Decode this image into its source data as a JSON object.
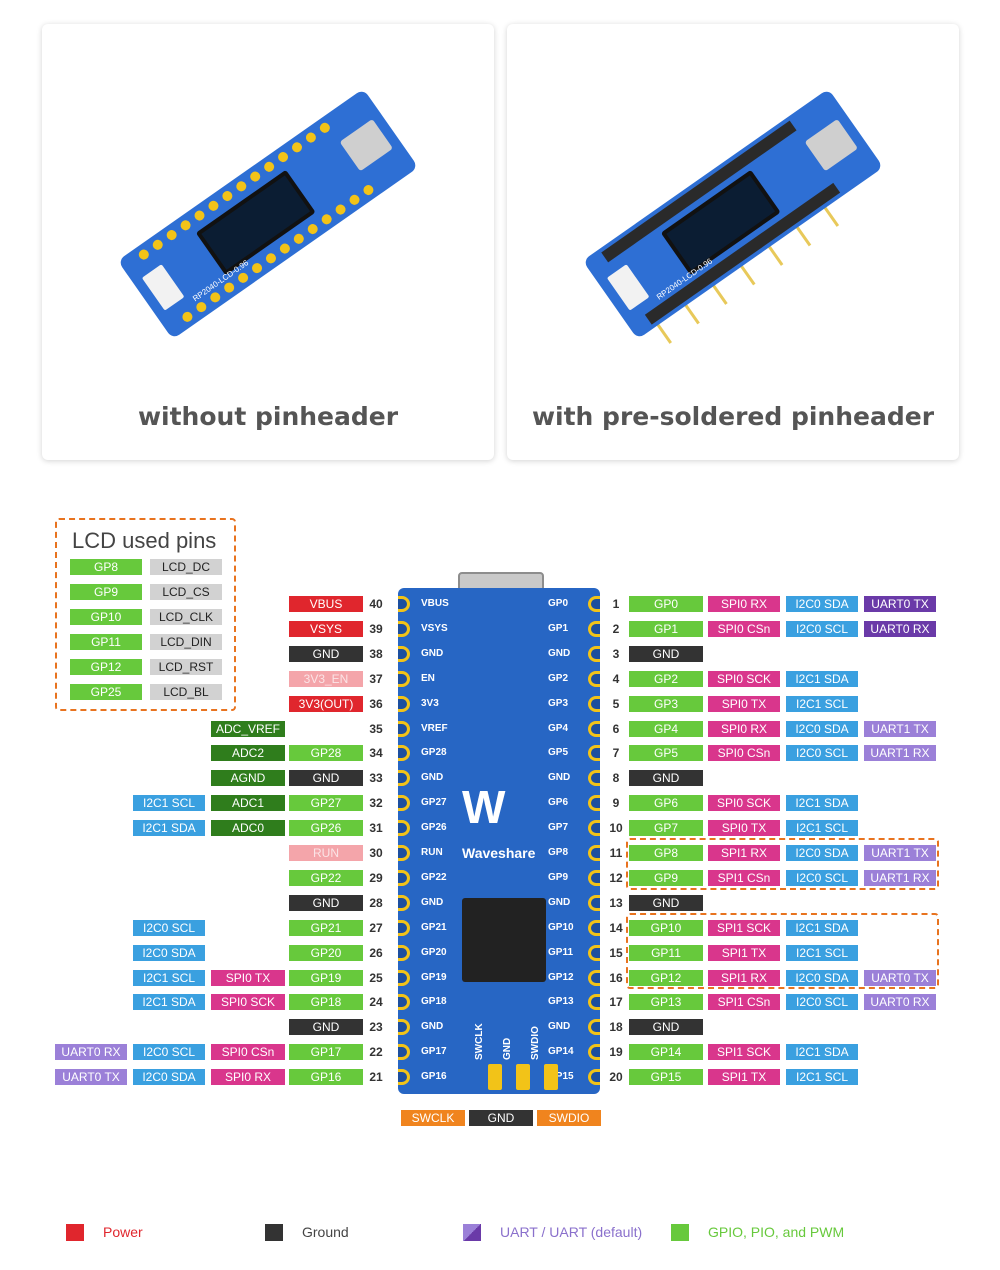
{
  "cards": [
    {
      "caption": "without pinheader",
      "board_silk": "RP2040-LCD-0.96"
    },
    {
      "caption": "with pre-soldered pinheader",
      "board_silk": "RP2040-LCD-0.96"
    }
  ],
  "lcd_panel": {
    "title": "LCD used pins",
    "rows": [
      {
        "gp": "GP8",
        "fn": "LCD_DC"
      },
      {
        "gp": "GP9",
        "fn": "LCD_CS"
      },
      {
        "gp": "GP10",
        "fn": "LCD_CLK"
      },
      {
        "gp": "GP11",
        "fn": "LCD_DIN"
      },
      {
        "gp": "GP12",
        "fn": "LCD_RST"
      },
      {
        "gp": "GP25",
        "fn": "LCD_BL"
      }
    ]
  },
  "colors": {
    "power": "#e0262d",
    "power_light": "#f4a5aa",
    "ground": "#333333",
    "gpio": "#67c93c",
    "adc": "#2f7d1c",
    "spi": "#d9368c",
    "i2c": "#3aa0e0",
    "uart": "#9b80d8",
    "uart_default": "#6a3aa8",
    "lcd_fn": "#d2d2d2",
    "swd": "#f0841e"
  },
  "left_pins": [
    {
      "num": "40",
      "labels": [
        {
          "t": "VBUS",
          "c": "power"
        }
      ]
    },
    {
      "num": "39",
      "labels": [
        {
          "t": "VSYS",
          "c": "power"
        }
      ]
    },
    {
      "num": "38",
      "labels": [
        {
          "t": "GND",
          "c": "ground"
        }
      ]
    },
    {
      "num": "37",
      "labels": [
        {
          "t": "3V3_EN",
          "c": "power_light"
        }
      ]
    },
    {
      "num": "36",
      "labels": [
        {
          "t": "3V3(OUT)",
          "c": "power"
        }
      ]
    },
    {
      "num": "35",
      "labels": [
        {
          "t": "ADC_VREF",
          "c": "adc"
        }
      ]
    },
    {
      "num": "34",
      "labels": [
        {
          "t": "GP28",
          "c": "gpio"
        },
        {
          "t": "ADC2",
          "c": "adc"
        }
      ]
    },
    {
      "num": "33",
      "labels": [
        {
          "t": "GND",
          "c": "ground"
        },
        {
          "t": "AGND",
          "c": "adc"
        }
      ]
    },
    {
      "num": "32",
      "labels": [
        {
          "t": "GP27",
          "c": "gpio"
        },
        {
          "t": "ADC1",
          "c": "adc"
        },
        {
          "t": "I2C1 SCL",
          "c": "i2c"
        }
      ]
    },
    {
      "num": "31",
      "labels": [
        {
          "t": "GP26",
          "c": "gpio"
        },
        {
          "t": "ADC0",
          "c": "adc"
        },
        {
          "t": "I2C1 SDA",
          "c": "i2c"
        }
      ]
    },
    {
      "num": "30",
      "labels": [
        {
          "t": "RUN",
          "c": "power_light"
        }
      ]
    },
    {
      "num": "29",
      "labels": [
        {
          "t": "GP22",
          "c": "gpio"
        }
      ]
    },
    {
      "num": "28",
      "labels": [
        {
          "t": "GND",
          "c": "ground"
        }
      ]
    },
    {
      "num": "27",
      "labels": [
        {
          "t": "GP21",
          "c": "gpio"
        },
        {
          "t": "",
          "c": ""
        },
        {
          "t": "I2C0 SCL",
          "c": "i2c"
        }
      ]
    },
    {
      "num": "26",
      "labels": [
        {
          "t": "GP20",
          "c": "gpio"
        },
        {
          "t": "",
          "c": ""
        },
        {
          "t": "I2C0 SDA",
          "c": "i2c"
        }
      ]
    },
    {
      "num": "25",
      "labels": [
        {
          "t": "GP19",
          "c": "gpio"
        },
        {
          "t": "SPI0 TX",
          "c": "spi"
        },
        {
          "t": "I2C1 SCL",
          "c": "i2c"
        }
      ]
    },
    {
      "num": "24",
      "labels": [
        {
          "t": "GP18",
          "c": "gpio"
        },
        {
          "t": "SPI0 SCK",
          "c": "spi"
        },
        {
          "t": "I2C1 SDA",
          "c": "i2c"
        }
      ]
    },
    {
      "num": "23",
      "labels": [
        {
          "t": "GND",
          "c": "ground"
        }
      ]
    },
    {
      "num": "22",
      "labels": [
        {
          "t": "GP17",
          "c": "gpio"
        },
        {
          "t": "SPI0 CSn",
          "c": "spi"
        },
        {
          "t": "I2C0 SCL",
          "c": "i2c"
        },
        {
          "t": "UART0 RX",
          "c": "uart"
        }
      ]
    },
    {
      "num": "21",
      "labels": [
        {
          "t": "GP16",
          "c": "gpio"
        },
        {
          "t": "SPI0 RX",
          "c": "spi"
        },
        {
          "t": "I2C0 SDA",
          "c": "i2c"
        },
        {
          "t": "UART0 TX",
          "c": "uart"
        }
      ]
    }
  ],
  "right_pins": [
    {
      "num": "1",
      "labels": [
        {
          "t": "GP0",
          "c": "gpio"
        },
        {
          "t": "SPI0 RX",
          "c": "spi"
        },
        {
          "t": "I2C0 SDA",
          "c": "i2c"
        },
        {
          "t": "UART0 TX",
          "c": "uart_default"
        }
      ]
    },
    {
      "num": "2",
      "labels": [
        {
          "t": "GP1",
          "c": "gpio"
        },
        {
          "t": "SPI0 CSn",
          "c": "spi"
        },
        {
          "t": "I2C0 SCL",
          "c": "i2c"
        },
        {
          "t": "UART0 RX",
          "c": "uart_default"
        }
      ]
    },
    {
      "num": "3",
      "labels": [
        {
          "t": "GND",
          "c": "ground"
        }
      ]
    },
    {
      "num": "4",
      "labels": [
        {
          "t": "GP2",
          "c": "gpio"
        },
        {
          "t": "SPI0 SCK",
          "c": "spi"
        },
        {
          "t": "I2C1 SDA",
          "c": "i2c"
        }
      ]
    },
    {
      "num": "5",
      "labels": [
        {
          "t": "GP3",
          "c": "gpio"
        },
        {
          "t": "SPI0 TX",
          "c": "spi"
        },
        {
          "t": "I2C1 SCL",
          "c": "i2c"
        }
      ]
    },
    {
      "num": "6",
      "labels": [
        {
          "t": "GP4",
          "c": "gpio"
        },
        {
          "t": "SPI0 RX",
          "c": "spi"
        },
        {
          "t": "I2C0 SDA",
          "c": "i2c"
        },
        {
          "t": "UART1 TX",
          "c": "uart"
        }
      ]
    },
    {
      "num": "7",
      "labels": [
        {
          "t": "GP5",
          "c": "gpio"
        },
        {
          "t": "SPI0 CSn",
          "c": "spi"
        },
        {
          "t": "I2C0 SCL",
          "c": "i2c"
        },
        {
          "t": "UART1 RX",
          "c": "uart"
        }
      ]
    },
    {
      "num": "8",
      "labels": [
        {
          "t": "GND",
          "c": "ground"
        }
      ]
    },
    {
      "num": "9",
      "labels": [
        {
          "t": "GP6",
          "c": "gpio"
        },
        {
          "t": "SPI0 SCK",
          "c": "spi"
        },
        {
          "t": "I2C1 SDA",
          "c": "i2c"
        }
      ]
    },
    {
      "num": "10",
      "labels": [
        {
          "t": "GP7",
          "c": "gpio"
        },
        {
          "t": "SPI0 TX",
          "c": "spi"
        },
        {
          "t": "I2C1 SCL",
          "c": "i2c"
        }
      ]
    },
    {
      "num": "11",
      "labels": [
        {
          "t": "GP8",
          "c": "gpio"
        },
        {
          "t": "SPI1 RX",
          "c": "spi"
        },
        {
          "t": "I2C0 SDA",
          "c": "i2c"
        },
        {
          "t": "UART1 TX",
          "c": "uart"
        }
      ]
    },
    {
      "num": "12",
      "labels": [
        {
          "t": "GP9",
          "c": "gpio"
        },
        {
          "t": "SPI1 CSn",
          "c": "spi"
        },
        {
          "t": "I2C0 SCL",
          "c": "i2c"
        },
        {
          "t": "UART1 RX",
          "c": "uart"
        }
      ]
    },
    {
      "num": "13",
      "labels": [
        {
          "t": "GND",
          "c": "ground"
        }
      ]
    },
    {
      "num": "14",
      "labels": [
        {
          "t": "GP10",
          "c": "gpio"
        },
        {
          "t": "SPI1 SCK",
          "c": "spi"
        },
        {
          "t": "I2C1 SDA",
          "c": "i2c"
        }
      ]
    },
    {
      "num": "15",
      "labels": [
        {
          "t": "GP11",
          "c": "gpio"
        },
        {
          "t": "SPI1 TX",
          "c": "spi"
        },
        {
          "t": "I2C1 SCL",
          "c": "i2c"
        }
      ]
    },
    {
      "num": "16",
      "labels": [
        {
          "t": "GP12",
          "c": "gpio"
        },
        {
          "t": "SPI1 RX",
          "c": "spi"
        },
        {
          "t": "I2C0 SDA",
          "c": "i2c"
        },
        {
          "t": "UART0 TX",
          "c": "uart"
        }
      ]
    },
    {
      "num": "17",
      "labels": [
        {
          "t": "GP13",
          "c": "gpio"
        },
        {
          "t": "SPI1 CSn",
          "c": "spi"
        },
        {
          "t": "I2C0 SCL",
          "c": "i2c"
        },
        {
          "t": "UART0 RX",
          "c": "uart"
        }
      ]
    },
    {
      "num": "18",
      "labels": [
        {
          "t": "GND",
          "c": "ground"
        }
      ]
    },
    {
      "num": "19",
      "labels": [
        {
          "t": "GP14",
          "c": "gpio"
        },
        {
          "t": "SPI1 SCK",
          "c": "spi"
        },
        {
          "t": "I2C1 SDA",
          "c": "i2c"
        }
      ]
    },
    {
      "num": "20",
      "labels": [
        {
          "t": "GP15",
          "c": "gpio"
        },
        {
          "t": "SPI1 TX",
          "c": "spi"
        },
        {
          "t": "I2C1 SCL",
          "c": "i2c"
        }
      ]
    }
  ],
  "board_left_silk": [
    "VBUS",
    "VSYS",
    "GND",
    "EN",
    "3V3",
    "VREF",
    "GP28",
    "GND",
    "GP27",
    "GP26",
    "RUN",
    "GP22",
    "GND",
    "GP21",
    "GP20",
    "GP19",
    "GP18",
    "GND",
    "GP17",
    "GP16"
  ],
  "board_right_silk": [
    "GP0",
    "GP1",
    "GND",
    "GP2",
    "GP3",
    "GP4",
    "GP5",
    "GND",
    "GP6",
    "GP7",
    "GP8",
    "GP9",
    "GND",
    "GP10",
    "GP11",
    "GP12",
    "GP13",
    "GND",
    "GP14",
    "GP15"
  ],
  "board_bottom_silk": [
    "SWCLK",
    "GND",
    "SWDIO"
  ],
  "board_brand": "Waveshare",
  "board_logo": "W",
  "debug_pins": [
    "SWCLK",
    "GND",
    "SWDIO"
  ],
  "legend": [
    {
      "label": "Power",
      "color": "#e0262d",
      "text_color": "#e0262d"
    },
    {
      "label": "Ground",
      "color": "#333333",
      "text_color": "#444444"
    },
    {
      "label": "UART / UART (default)",
      "color": "#9b80d8",
      "text_color": "#8a70cc"
    },
    {
      "label": "GPIO, PIO, and PWM",
      "color": "#67c93c",
      "text_color": "#67c93c"
    }
  ]
}
